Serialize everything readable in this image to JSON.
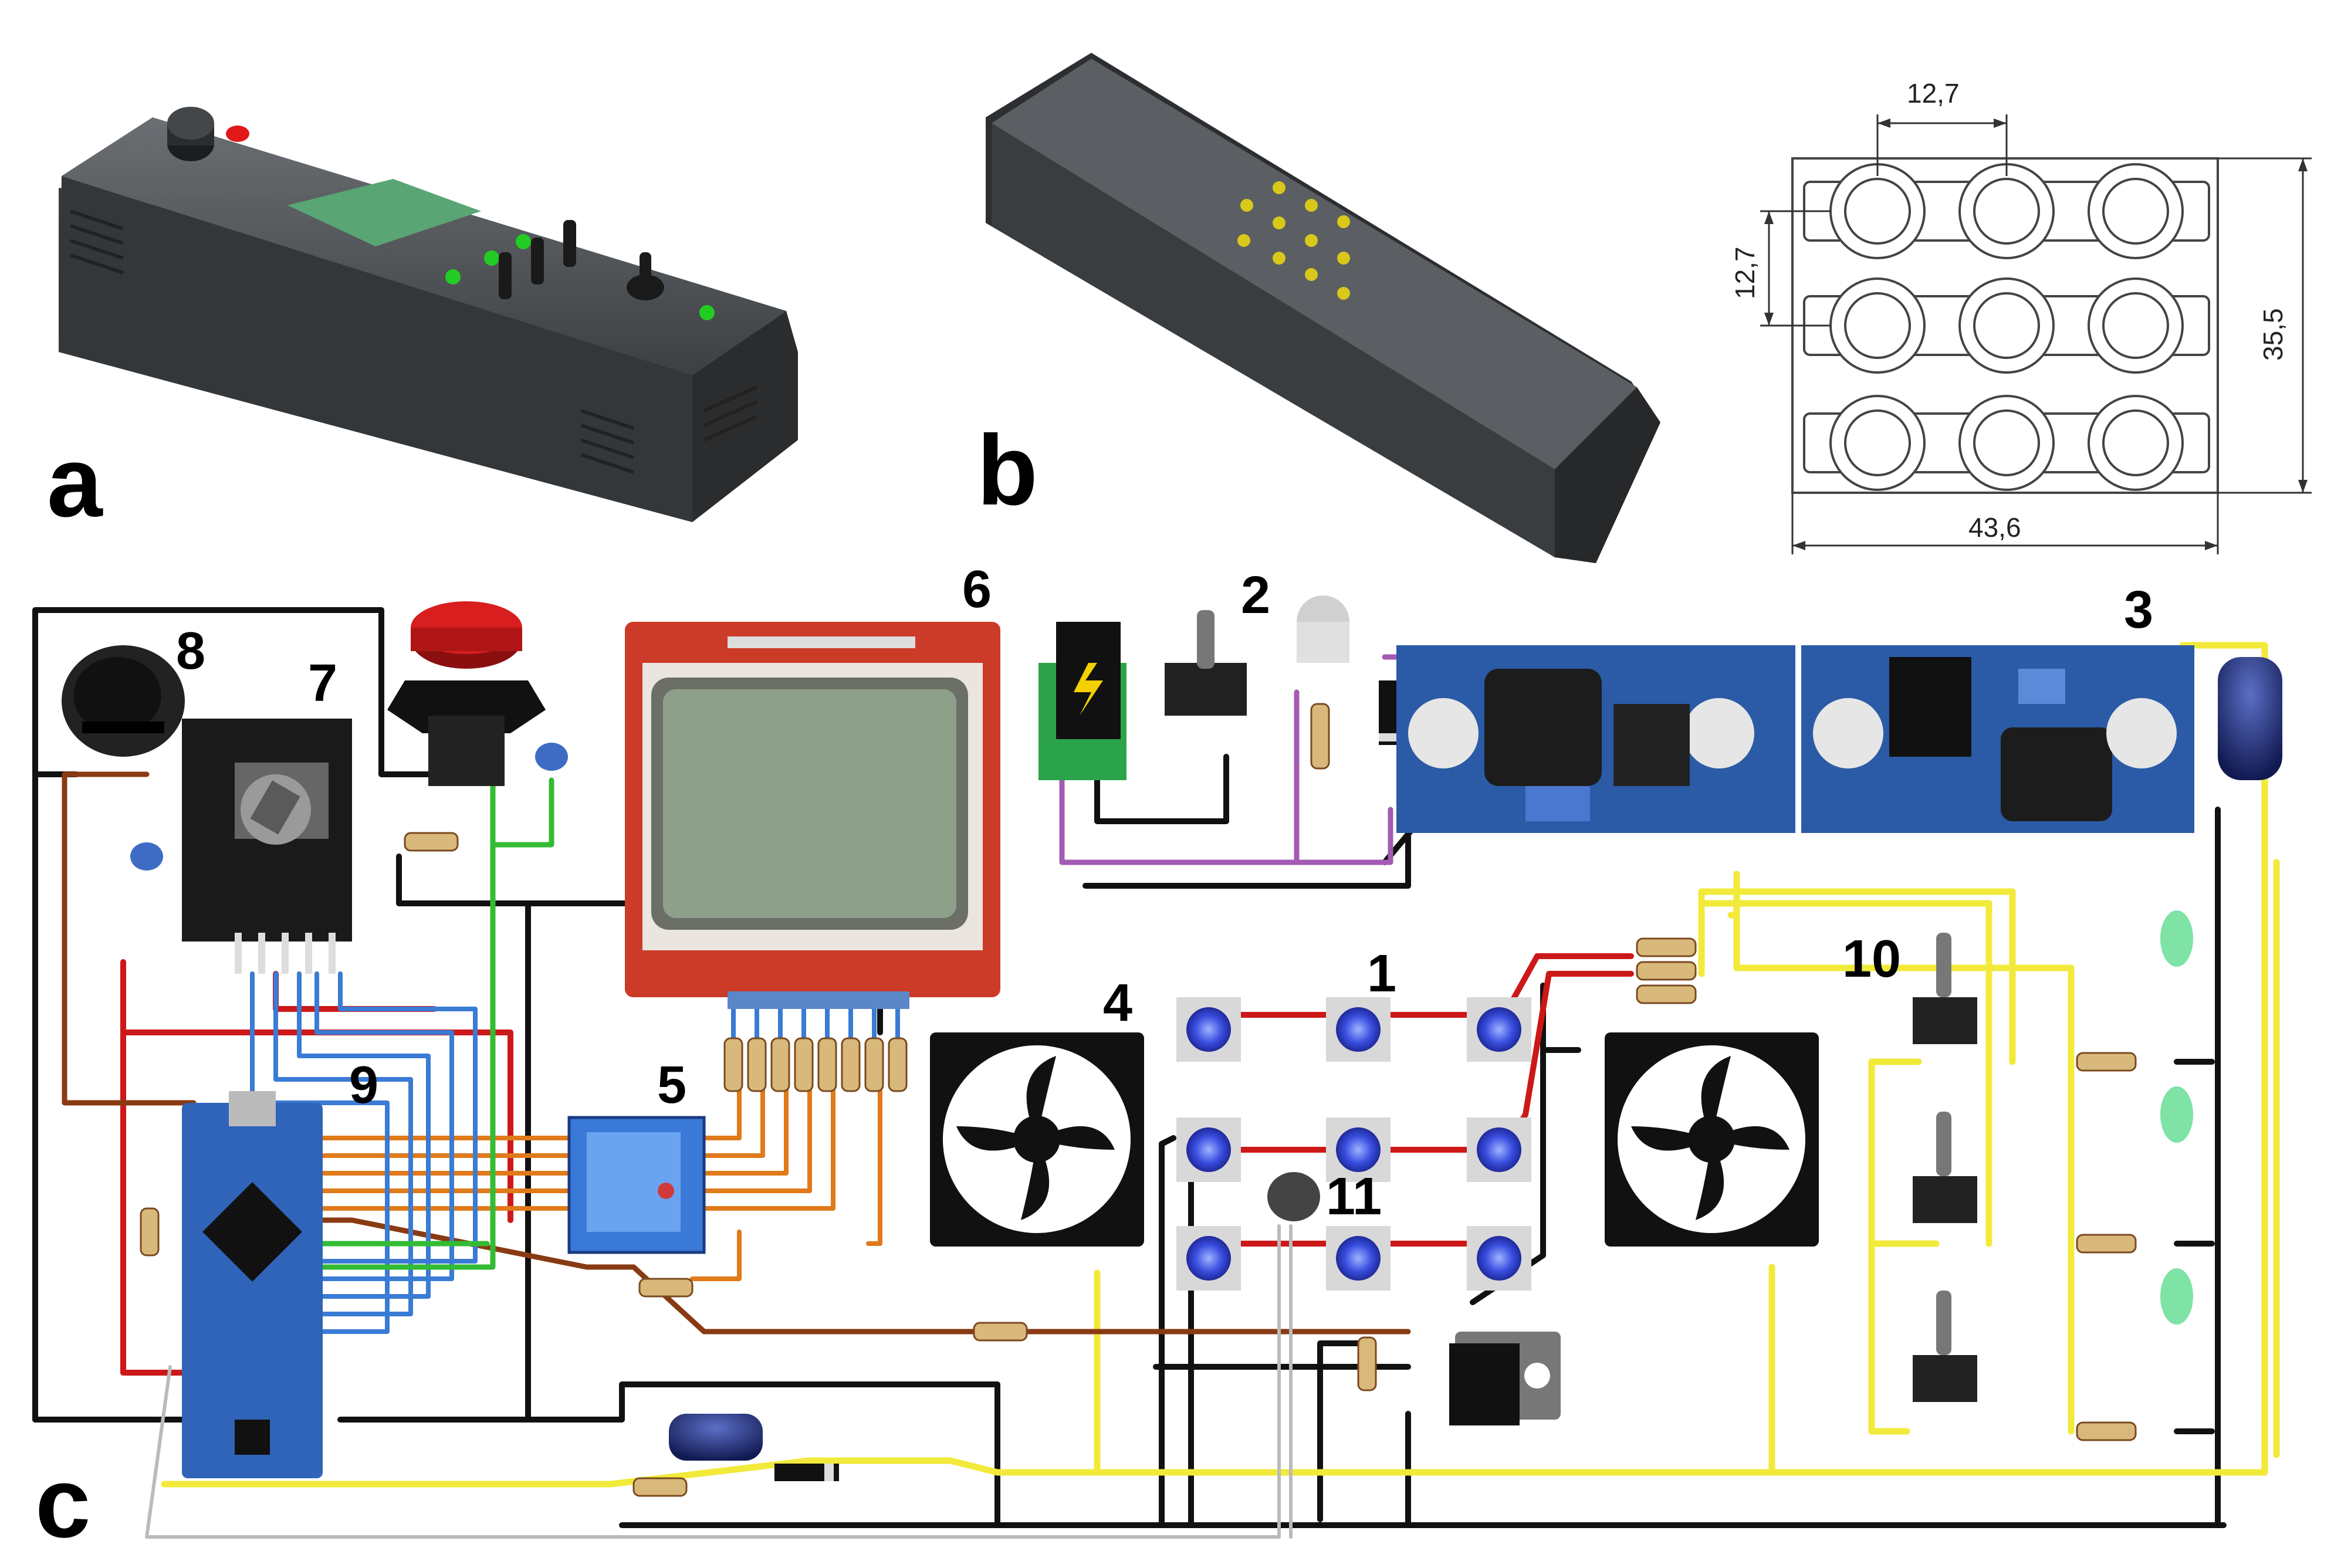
{
  "panels": {
    "a": "a",
    "b": "b",
    "c": "c"
  },
  "dimensions": {
    "pitch_h": "12,7",
    "pitch_v": "12,7",
    "height": "35,5",
    "width": "43,6"
  },
  "components": {
    "c1": "1",
    "c2": "2",
    "c3": "3",
    "c4": "4",
    "c5": "5",
    "c6": "6",
    "c7": "7",
    "c8": "8",
    "c9": "9",
    "c10": "10",
    "c11": "11"
  },
  "colors": {
    "enclosure": "#3e4144",
    "lcd_screen": "#5aa574",
    "led_green": "#22cc22",
    "led_yellow": "#d8c81a",
    "led_red": "#e01818",
    "pcb_blue": "#2f64b8",
    "lcd_frame": "#cc3a28",
    "wire_yellow": "#f2ea3a",
    "wire_red": "#cc1818",
    "wire_black": "#111111",
    "wire_blue": "#3a7bd5",
    "wire_green": "#33bb33",
    "wire_orange": "#e07a1a",
    "wire_brown": "#8a3a12",
    "wire_purple": "#a35bb3"
  }
}
